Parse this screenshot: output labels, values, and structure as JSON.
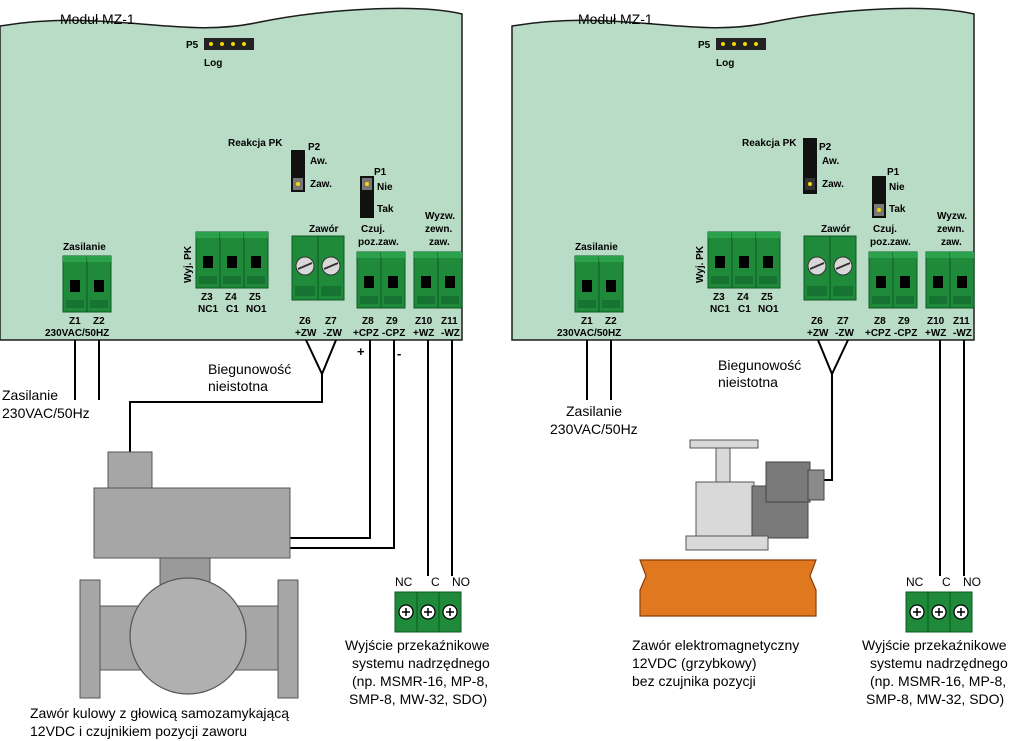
{
  "colors": {
    "board_fill": "#b9dcc6",
    "terminal_green": "#1f8a3a",
    "terminal_dark": "#0b5a22",
    "jumper": "#111111",
    "pin_yellow": "#f6d500",
    "valve_grey": "#a6a6a6",
    "valve_dark": "#7a7a7a",
    "solenoid_body": "#e0781f",
    "solenoid_light": "#d9d9d9",
    "wire": "#000000"
  },
  "left": {
    "module_title": "Moduł MZ-1",
    "p5": {
      "label": "P5",
      "sub": "Log"
    },
    "p2": {
      "caption": "Reakcja PK",
      "label": "P2",
      "opt1": "Aw.",
      "opt2": "Zaw."
    },
    "p1": {
      "label": "P1",
      "opt1": "Nie",
      "opt2": "Tak"
    },
    "zasilanie_label": "Zasilanie",
    "wyj_pk_label": "Wyj. PK",
    "zawor_label": "Zawór",
    "czuj_label_1": "Czuj.",
    "czuj_label_2": "poz.zaw.",
    "wyzw_label_1": "Wyzw.",
    "wyzw_label_2": "zewn.",
    "wyzw_label_3": "zaw.",
    "z1": "Z1",
    "z2": "Z2",
    "power_rating": "230VAC/50HZ",
    "z3": "Z3",
    "z3b": "NC1",
    "z4": "Z4",
    "z4b": "C1",
    "z5": "Z5",
    "z5b": "NO1",
    "z6": "Z6",
    "z6b": "+ZW",
    "z7": "Z7",
    "z7b": "-ZW",
    "z8": "Z8",
    "z8b": "+CPZ",
    "z9": "Z9",
    "z9b": "-CPZ",
    "z10": "Z10",
    "z10b": "+WZ",
    "z11": "Z11",
    "z11b": "-WZ",
    "plus": "+",
    "minus": "-",
    "polarity_1": "Biegunowość",
    "polarity_2": "nieistotna",
    "supply_1": "Zasilanie",
    "supply_2": "230VAC/50Hz",
    "relay_nc": "NC",
    "relay_c": "C",
    "relay_no": "NO",
    "relay_out_1": "Wyjście przekaźnikowe",
    "relay_out_2": "systemu nadrzędnego",
    "relay_out_3": "(np. MSMR-16, MP-8,",
    "relay_out_4": "SMP-8, MW-32, SDO)",
    "valve_caption_1": "Zawór kulowy z głowicą samozamykającą",
    "valve_caption_2": "12VDC i czujnikiem pozycji zaworu"
  },
  "right": {
    "module_title": "Moduł MZ-1",
    "p5": {
      "label": "P5",
      "sub": "Log"
    },
    "p2": {
      "caption": "Reakcja PK",
      "label": "P2",
      "opt1": "Aw.",
      "opt2": "Zaw."
    },
    "p1": {
      "label": "P1",
      "opt1": "Nie",
      "opt2": "Tak"
    },
    "zasilanie_label": "Zasilanie",
    "wyj_pk_label": "Wyj. PK",
    "zawor_label": "Zawór",
    "czuj_label_1": "Czuj.",
    "czuj_label_2": "poz.zaw.",
    "wyzw_label_1": "Wyzw.",
    "wyzw_label_2": "zewn.",
    "wyzw_label_3": "zaw.",
    "z1": "Z1",
    "z2": "Z2",
    "power_rating": "230VAC/50HZ",
    "z3": "Z3",
    "z3b": "NC1",
    "z4": "Z4",
    "z4b": "C1",
    "z5": "Z5",
    "z5b": "NO1",
    "z6": "Z6",
    "z6b": "+ZW",
    "z7": "Z7",
    "z7b": "-ZW",
    "z8": "Z8",
    "z8b": "+CPZ",
    "z9": "Z9",
    "z9b": "-CPZ",
    "z10": "Z10",
    "z10b": "+WZ",
    "z11": "Z11",
    "z11b": "-WZ",
    "polarity_1": "Biegunowość",
    "polarity_2": "nieistotna",
    "supply_1": "Zasilanie",
    "supply_2": "230VAC/50Hz",
    "relay_nc": "NC",
    "relay_c": "C",
    "relay_no": "NO",
    "relay_out_1": "Wyjście przekaźnikowe",
    "relay_out_2": "systemu nadrzędnego",
    "relay_out_3": "(np. MSMR-16, MP-8,",
    "relay_out_4": "SMP-8, MW-32, SDO)",
    "valve_caption_1": "Zawór elektromagnetyczny",
    "valve_caption_2": "12VDC (grzybkowy)",
    "valve_caption_3": "bez czujnika pozycji"
  }
}
